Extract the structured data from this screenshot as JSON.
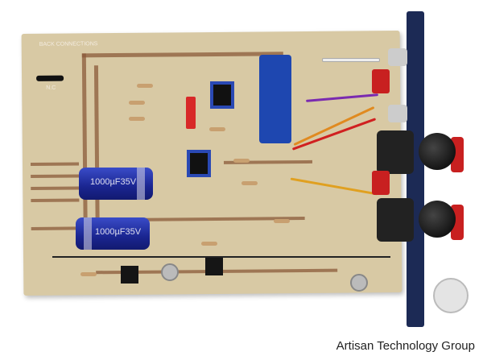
{
  "photo": {
    "subject": "",
    "pcb_labels": {
      "header": "BACK CONNECTIONS",
      "nc": "N.C"
    },
    "capacitor_labels": [
      "1000µF35V",
      "1000µF35V"
    ],
    "colors": {
      "board": "#d8c9a4",
      "panel": "#1c2a55",
      "capacitor": "#1a2590",
      "knob_accent": "#c82020"
    }
  },
  "watermark": "Artisan Technology Group"
}
